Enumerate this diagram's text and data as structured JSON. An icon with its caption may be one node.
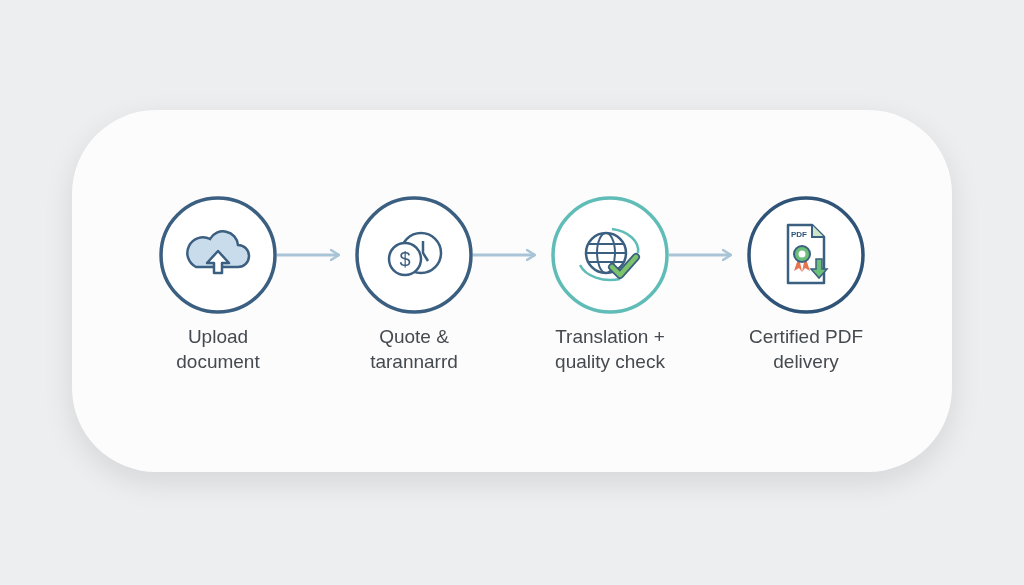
{
  "diagram": {
    "nodes": [
      {
        "text": [
          "Upload document"
        ]
      },
      {
        "text": [
          "Quote & tarannarrd"
        ]
      },
      {
        "text": [
          "Translation + quality check"
        ]
      },
      {
        "text": [
          "Certified PDF delivery"
        ]
      }
    ],
    "edges": [
      {
        "from": 0,
        "to": 1,
        "arrow": "to"
      },
      {
        "from": 1,
        "to": 2,
        "arrow": "to"
      },
      {
        "from": 2,
        "to": 3,
        "arrow": "to"
      }
    ],
    "labels": [
      "$",
      "PDF"
    ]
  }
}
